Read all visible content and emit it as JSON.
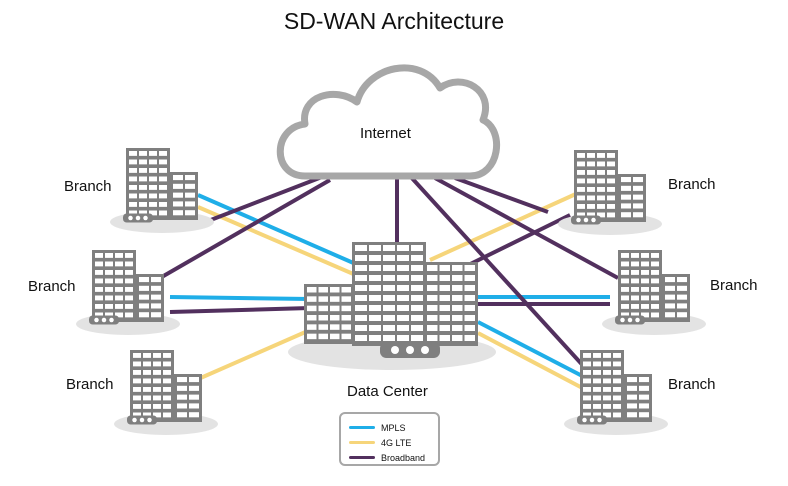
{
  "title": "SD-WAN Architecture",
  "cloud": {
    "label": "Internet"
  },
  "data_center": {
    "label": "Data Center"
  },
  "branches": [
    {
      "id": "top-left",
      "label": "Branch"
    },
    {
      "id": "mid-left",
      "label": "Branch"
    },
    {
      "id": "bot-left",
      "label": "Branch"
    },
    {
      "id": "top-right",
      "label": "Branch"
    },
    {
      "id": "mid-right",
      "label": "Branch"
    },
    {
      "id": "bot-right",
      "label": "Branch"
    }
  ],
  "legend": [
    {
      "label": "MPLS",
      "color": "#1faee8"
    },
    {
      "label": "4G LTE",
      "color": "#f6d57a"
    },
    {
      "label": "Broadband",
      "color": "#52305e"
    }
  ],
  "colors": {
    "building": "#7f7f7f",
    "window": "#ffffff",
    "ground": "#e3e3e3",
    "cloud_stroke": "#a7a7a7",
    "mpls": "#1faee8",
    "lte": "#f6d57a",
    "broadband": "#52305e"
  }
}
